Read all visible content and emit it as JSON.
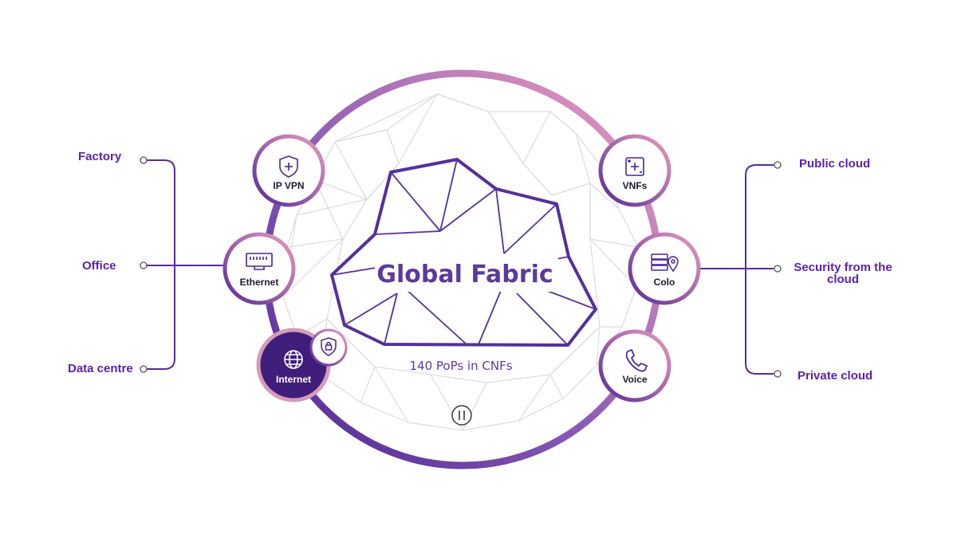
{
  "diagram": {
    "title": "Global Fabric",
    "subtitle": "140 PoPs in CNFs",
    "left_endpoints": [
      "Factory",
      "Office",
      "Data centre"
    ],
    "right_endpoints": [
      "Public cloud",
      "Security from the cloud",
      "Private cloud"
    ],
    "nodes": {
      "ip_vpn": "IP VPN",
      "ethernet": "Ethernet",
      "internet": "Internet",
      "vnfs": "VNFs",
      "colo": "Colo",
      "voice": "Voice"
    },
    "icons": {
      "ip_vpn": "shield-plus-icon",
      "ethernet": "ethernet-port-icon",
      "internet": "globe-icon",
      "internet_badge": "shield-lock-icon",
      "vnfs": "vnf-chip-icon",
      "colo": "server-location-icon",
      "voice": "phone-icon",
      "control": "pause-icon"
    },
    "colors": {
      "purple": "#5b3a9b",
      "deep_purple": "#3f1d7a",
      "pink": "#e8a0bf",
      "label_purple": "#5a1fb0"
    }
  }
}
